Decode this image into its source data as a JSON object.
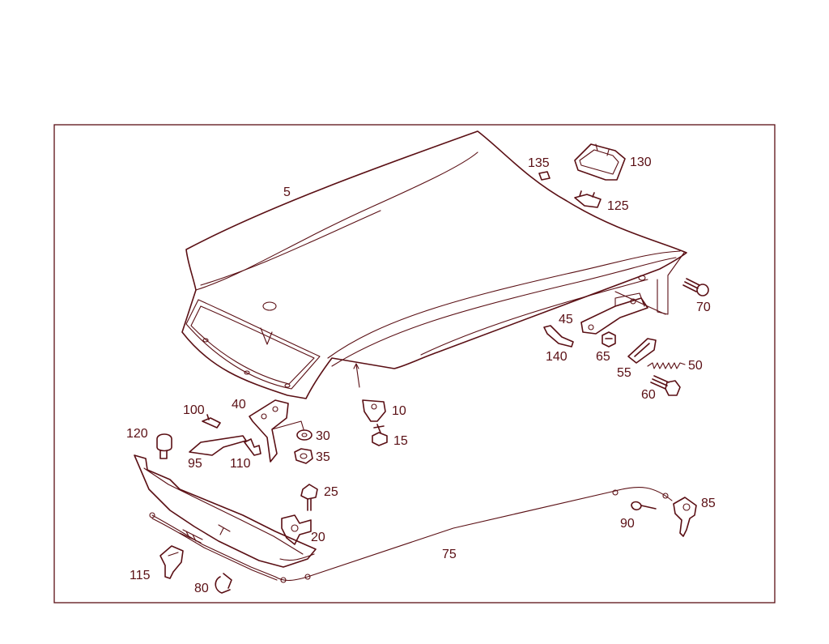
{
  "callouts": {
    "p5": "5",
    "p10": "10",
    "p15": "15",
    "p20": "20",
    "p25": "25",
    "p30": "30",
    "p35": "35",
    "p40": "40",
    "p45": "45",
    "p50": "50",
    "p55": "55",
    "p60": "60",
    "p65": "65",
    "p70": "70",
    "p75": "75",
    "p80": "80",
    "p85": "85",
    "p90": "90",
    "p95": "95",
    "p100": "100",
    "p110": "110",
    "p115": "115",
    "p120": "120",
    "p125": "125",
    "p130": "130",
    "p135": "135",
    "p140": "140"
  },
  "colors": {
    "line": "#5a0f14",
    "background": "#ffffff"
  }
}
